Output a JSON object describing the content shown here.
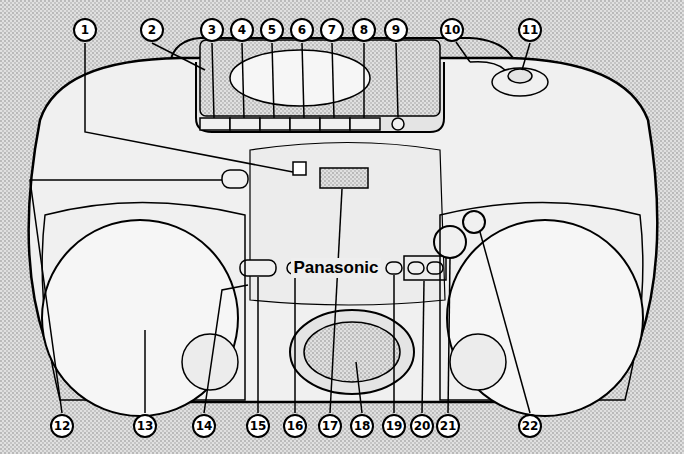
{
  "diagram": {
    "labels": [
      "1",
      "2",
      "3",
      "4",
      "5",
      "6",
      "7",
      "8",
      "9",
      "10",
      "11",
      "Panasonic",
      "12",
      "13",
      "14",
      "15",
      "16",
      "17",
      "18",
      "19",
      "20",
      "21",
      "22"
    ]
  }
}
